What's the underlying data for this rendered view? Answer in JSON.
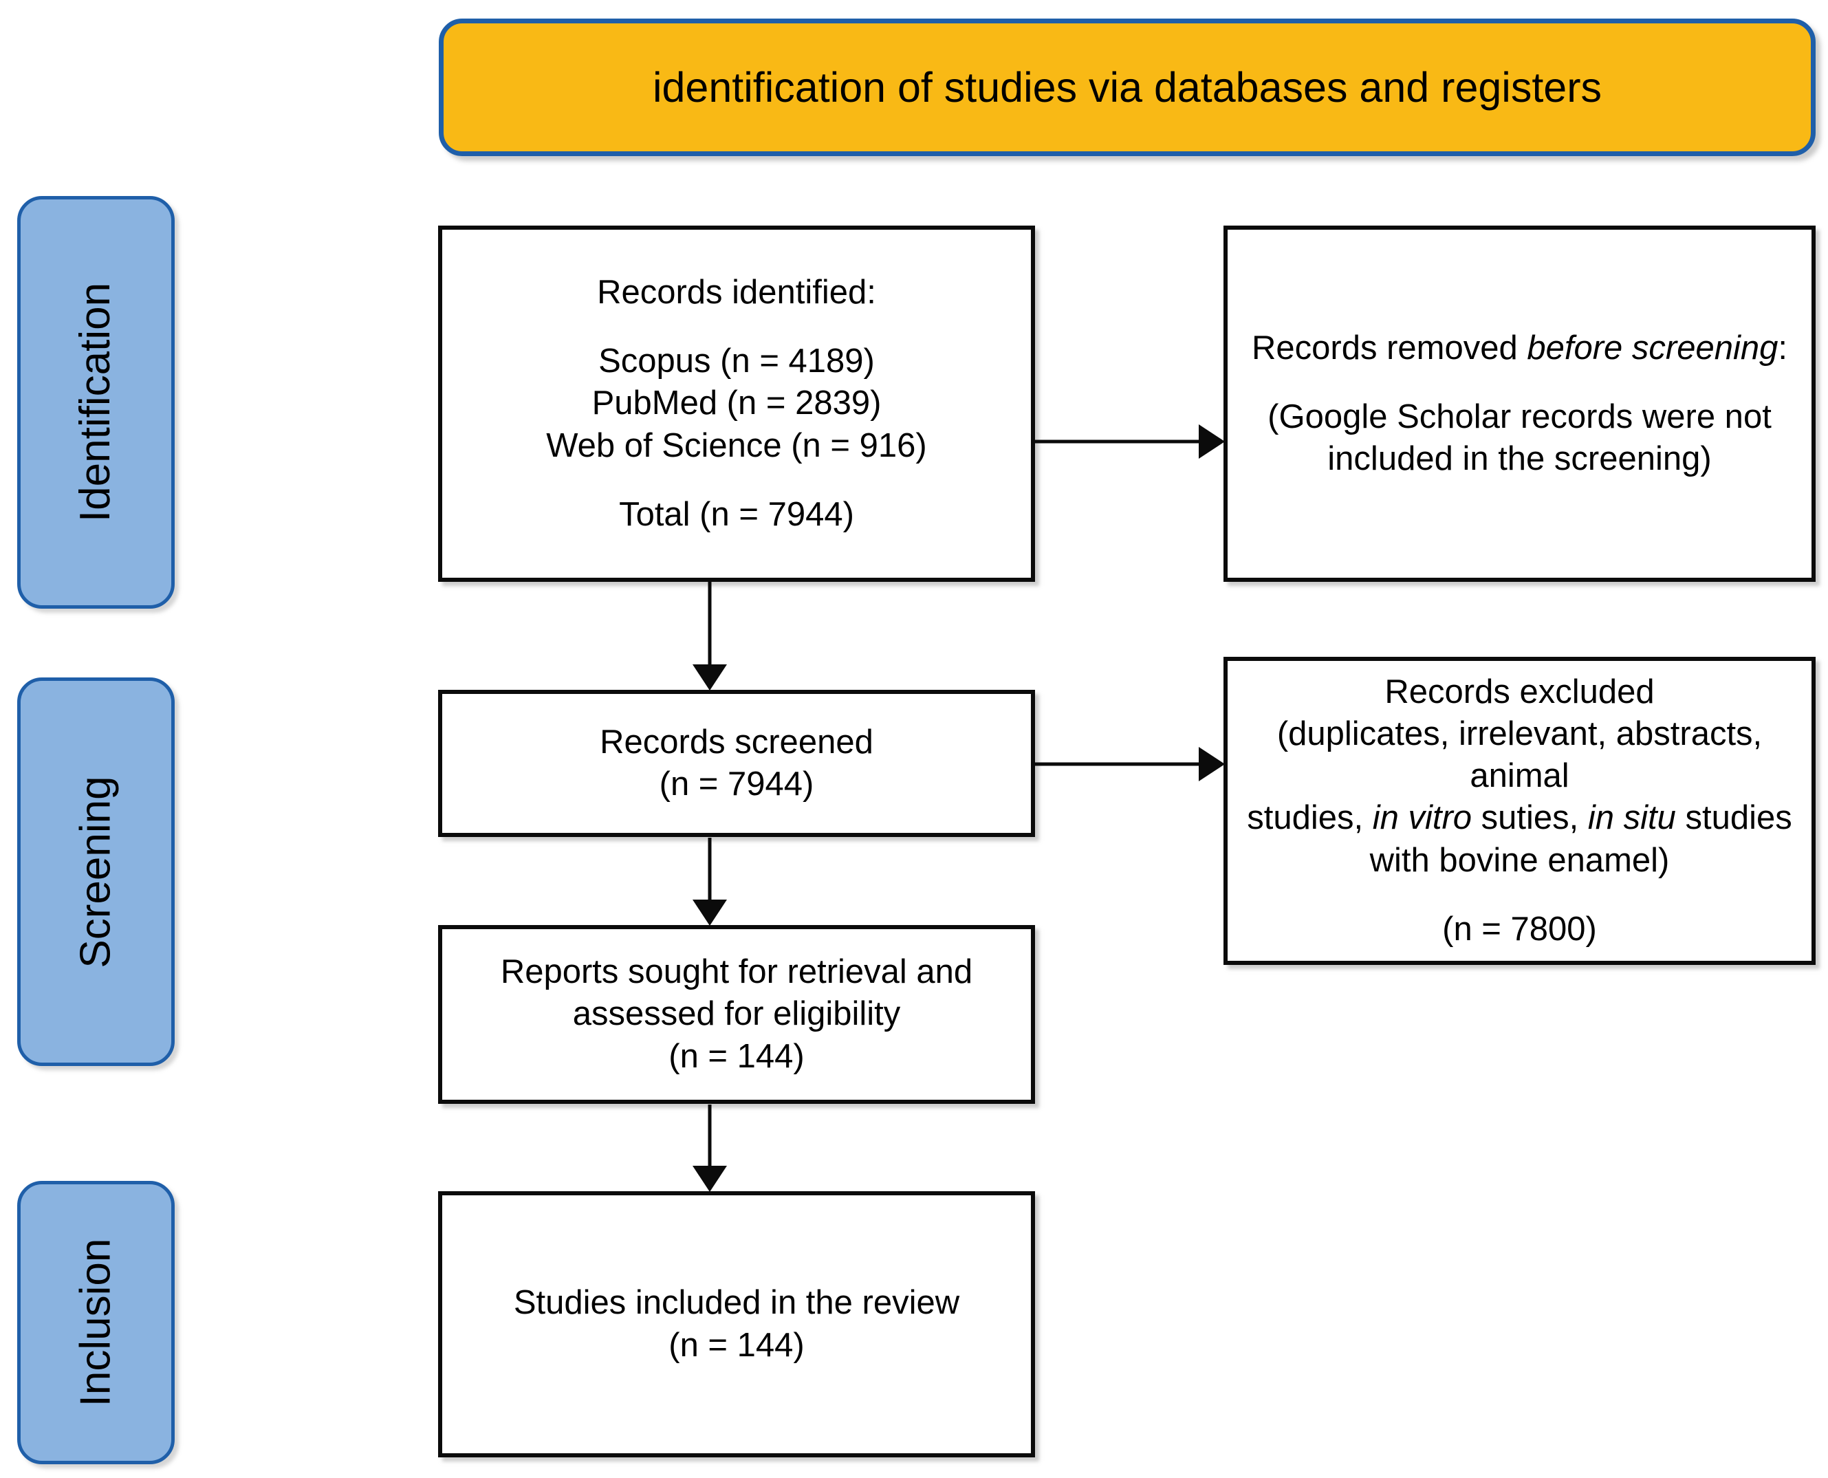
{
  "banner": {
    "title": "identification of studies via databases and registers",
    "fill_color": "#F9B915",
    "border_color": "#1F5FA9"
  },
  "stages": [
    {
      "id": "identification",
      "label": "Identification"
    },
    {
      "id": "screening",
      "label": "Screening"
    },
    {
      "id": "inclusion",
      "label": "Inclusion"
    }
  ],
  "stage_style": {
    "fill_color": "#8AB3E0",
    "border_color": "#1F5FA9"
  },
  "boxes": {
    "records_identified": {
      "heading": "Records identified:",
      "sources": [
        "Scopus (n = 4189)",
        "PubMed (n = 2839)",
        "Web of Science (n = 916)"
      ],
      "total": "Total (n = 7944)"
    },
    "records_removed": {
      "line1_plain": "Records removed ",
      "line1_italic": "before screening",
      "line1_tail": ":",
      "line2": "(Google Scholar records were not",
      "line3": "included in the screening)"
    },
    "records_screened": {
      "line1": "Records screened",
      "line2": "(n = 7944)"
    },
    "records_excluded": {
      "line1": "Records excluded",
      "line2": "(duplicates, irrelevant, abstracts, animal",
      "line3_a": "studies, ",
      "line3_italic_1": "in vitro",
      "line3_b": " suties, ",
      "line3_italic_2": "in situ",
      "line3_c": " studies",
      "line4": "with bovine enamel)",
      "count": "(n = 7800)"
    },
    "reports_sought": {
      "line1": "Reports sought for retrieval and",
      "line2": "assessed for eligibility",
      "line3": "(n = 144)"
    },
    "studies_included": {
      "line1": "Studies included in the review",
      "line2": "(n = 144)"
    }
  },
  "arrows": [
    {
      "id": "identified-to-removed",
      "direction": "right"
    },
    {
      "id": "identified-to-screened",
      "direction": "down"
    },
    {
      "id": "screened-to-excluded",
      "direction": "right"
    },
    {
      "id": "screened-to-reports",
      "direction": "down"
    },
    {
      "id": "reports-to-included",
      "direction": "down"
    }
  ]
}
